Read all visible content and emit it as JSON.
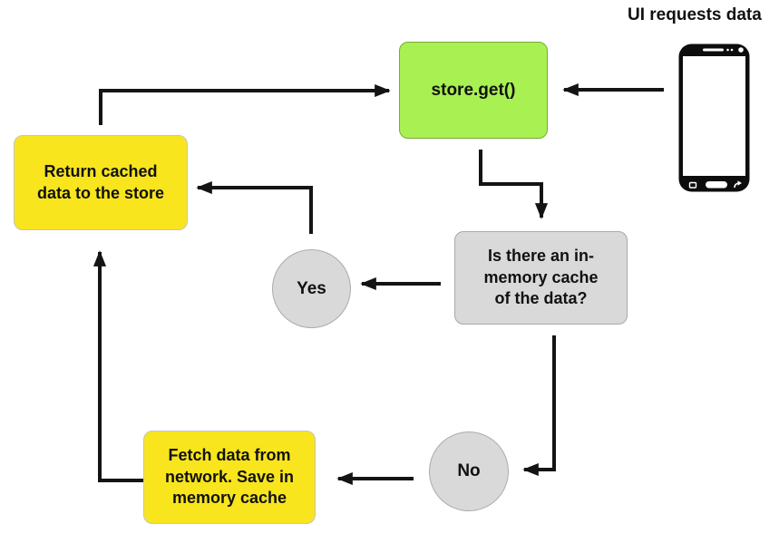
{
  "diagram": {
    "title": "UI requests data",
    "nodes": {
      "store_get": {
        "label": "store.get()",
        "shape": "rounded-rect",
        "color": "#a9f052"
      },
      "return_cached": {
        "label": "Return cached\ndata to the store",
        "shape": "rounded-rect",
        "color": "#f8e51e"
      },
      "decision": {
        "label": "Is there an in-\nmemory cache\nof the data?",
        "shape": "rounded-rect",
        "color": "#d9d9d9"
      },
      "yes": {
        "label": "Yes",
        "shape": "circle",
        "color": "#d9d9d9"
      },
      "no": {
        "label": "No",
        "shape": "circle",
        "color": "#d9d9d9"
      },
      "fetch_network": {
        "label": "Fetch data from\nnetwork. Save in\nmemory cache",
        "shape": "rounded-rect",
        "color": "#f8e51e"
      }
    },
    "icons": {
      "phone": "smartphone-icon"
    },
    "edges": [
      {
        "from": "phone",
        "to": "store_get"
      },
      {
        "from": "store_get",
        "to": "decision"
      },
      {
        "from": "decision",
        "to": "yes"
      },
      {
        "from": "yes",
        "to": "return_cached"
      },
      {
        "from": "return_cached",
        "to": "store_get"
      },
      {
        "from": "decision",
        "to": "no"
      },
      {
        "from": "no",
        "to": "fetch_network"
      },
      {
        "from": "fetch_network",
        "to": "return_cached"
      }
    ],
    "colors": {
      "arrow": "#141414",
      "green": "#a9f052",
      "yellow": "#f8e51e",
      "gray": "#d9d9d9",
      "background": "#ffffff",
      "text": "#111111"
    }
  }
}
